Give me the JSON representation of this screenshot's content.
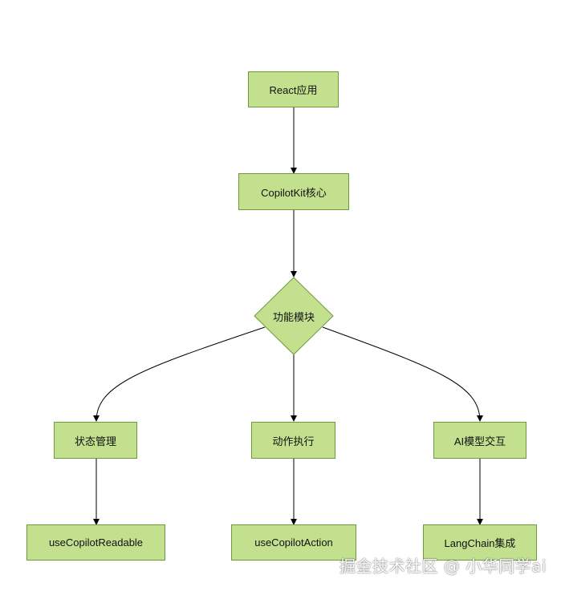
{
  "diagram": {
    "nodes": {
      "react_app": "React应用",
      "copilotkit_core": "CopilotKit核心",
      "feature_modules": "功能模块",
      "state_management": "状态管理",
      "action_execution": "动作执行",
      "ai_model_interaction": "AI模型交互",
      "use_copilot_readable": "useCopilotReadable",
      "use_copilot_action": "useCopilotAction",
      "langchain_integration": "LangChain集成"
    },
    "colors": {
      "node_fill": "#c3e08f",
      "node_border": "#6d9b3b",
      "edge": "#000000"
    }
  },
  "watermark": "掘金技术社区 @ 小华同学ai"
}
